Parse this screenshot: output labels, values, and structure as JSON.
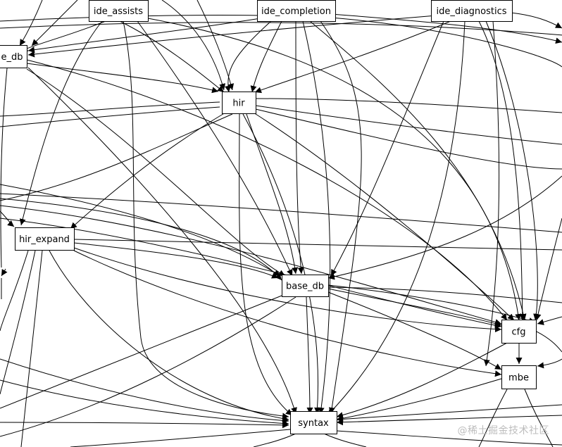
{
  "diagram": {
    "nodes": [
      {
        "id": "ide_assists",
        "label": "ide_assists"
      },
      {
        "id": "ide_completion",
        "label": "ide_completion"
      },
      {
        "id": "ide_diagnostics",
        "label": "ide_diagnostics"
      },
      {
        "id": "ide_db",
        "label": "e_db"
      },
      {
        "id": "hir",
        "label": "hir"
      },
      {
        "id": "hir_expand",
        "label": "hir_expand"
      },
      {
        "id": "base_db",
        "label": "base_db"
      },
      {
        "id": "cfg",
        "label": "cfg"
      },
      {
        "id": "mbe",
        "label": "mbe"
      },
      {
        "id": "syntax",
        "label": "syntax"
      }
    ]
  },
  "watermark": "@稀土掘金技术社区"
}
